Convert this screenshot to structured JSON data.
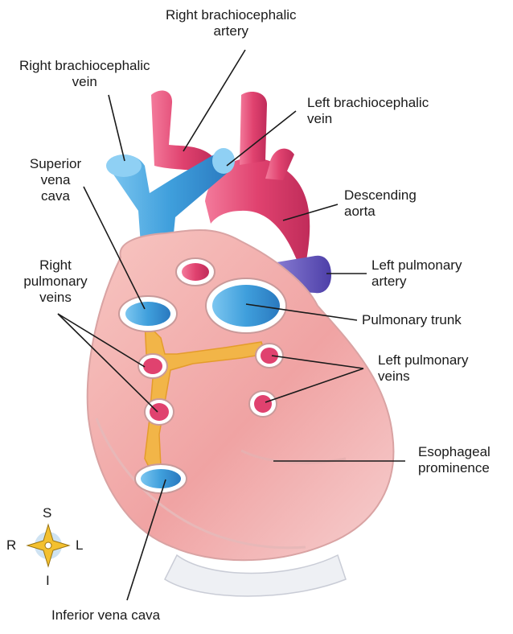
{
  "labels": {
    "right_brachiocephalic_artery": [
      "Right brachiocephalic",
      "artery"
    ],
    "right_brachiocephalic_vein": [
      "Right brachiocephalic",
      "vein"
    ],
    "left_brachiocephalic_vein": [
      "Left brachiocephalic",
      "vein"
    ],
    "superior_vena_cava": [
      "Superior",
      "vena",
      "cava"
    ],
    "descending_aorta": [
      "Descending",
      "aorta"
    ],
    "right_pulmonary_veins": [
      "Right",
      "pulmonary",
      "veins"
    ],
    "left_pulmonary_artery": [
      "Left pulmonary",
      "artery"
    ],
    "pulmonary_trunk": "Pulmonary trunk",
    "left_pulmonary_veins": [
      "Left pulmonary",
      "veins"
    ],
    "esophageal_prominence": [
      "Esophageal",
      "prominence"
    ],
    "inferior_vena_cava": "Inferior vena cava"
  },
  "compass": {
    "superior": "S",
    "inferior": "I",
    "right": "R",
    "left": "L"
  },
  "colors": {
    "vein_blue": "#3f9fdc",
    "artery_red": "#e0426f",
    "pulmonary_artery_purple": "#6a5cc4",
    "heart_pink": "#f1a7a7",
    "pericardium_orange": "#f2b548"
  }
}
